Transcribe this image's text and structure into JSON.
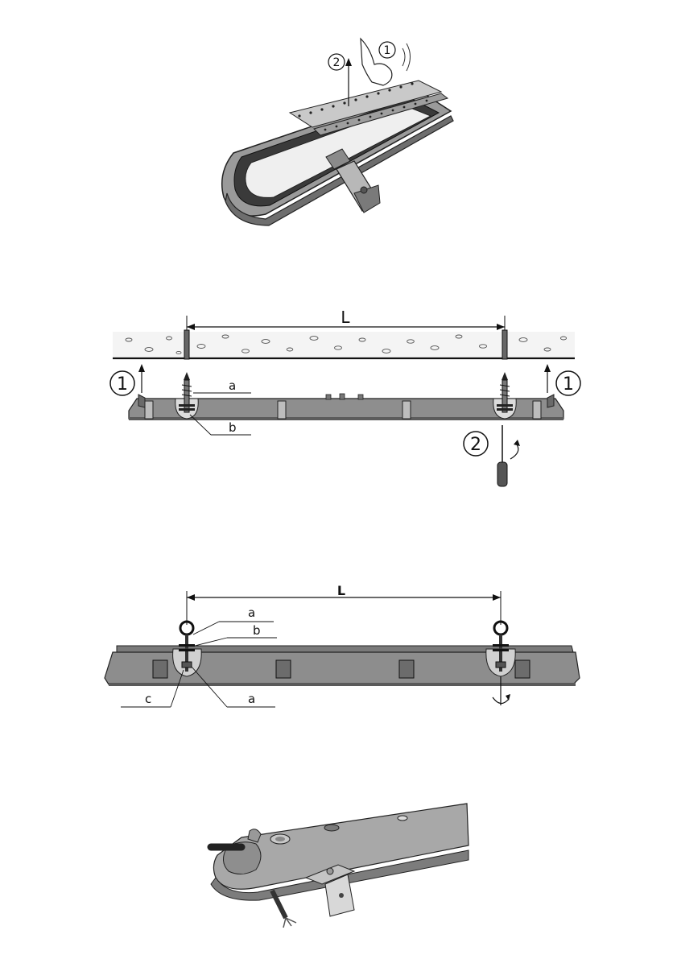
{
  "figure1": {
    "step1": "1",
    "step2": "2"
  },
  "figure2": {
    "dimension": "L",
    "step_left": "1",
    "step_right": "1",
    "step_screwdriver": "2",
    "label_a": "a",
    "label_b": "b"
  },
  "figure3": {
    "dimension": "L",
    "label_a_top": "a",
    "label_b": "b",
    "label_c": "c",
    "label_a_bottom": "a"
  },
  "colors": {
    "housing": "#8a8a8a",
    "housing_dark": "#5f5f5f",
    "housing_light": "#b5b5b5",
    "line": "#111111"
  }
}
